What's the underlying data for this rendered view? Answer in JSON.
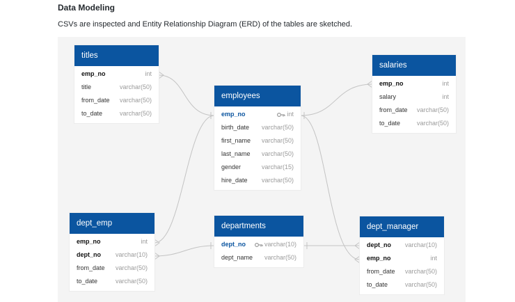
{
  "heading": "Data Modeling",
  "description": "CSVs are inspected and Entity Relationship Diagram (ERD) of the tables are sketched.",
  "tables": {
    "titles": {
      "name": "titles",
      "rows": [
        {
          "field": "emp_no",
          "type": "int"
        },
        {
          "field": "title",
          "type": "varchar(50)"
        },
        {
          "field": "from_date",
          "type": "varchar(50)"
        },
        {
          "field": "to_date",
          "type": "varchar(50)"
        }
      ]
    },
    "employees": {
      "name": "employees",
      "rows": [
        {
          "field": "emp_no",
          "type": "int"
        },
        {
          "field": "birth_date",
          "type": "varchar(50)"
        },
        {
          "field": "first_name",
          "type": "varchar(50)"
        },
        {
          "field": "last_name",
          "type": "varchar(50)"
        },
        {
          "field": "gender",
          "type": "varchar(15)"
        },
        {
          "field": "hire_date",
          "type": "varchar(50)"
        }
      ]
    },
    "salaries": {
      "name": "salaries",
      "rows": [
        {
          "field": "emp_no",
          "type": "int"
        },
        {
          "field": "salary",
          "type": "int"
        },
        {
          "field": "from_date",
          "type": "varchar(50)"
        },
        {
          "field": "to_date",
          "type": "varchar(50)"
        }
      ]
    },
    "dept_emp": {
      "name": "dept_emp",
      "rows": [
        {
          "field": "emp_no",
          "type": "int"
        },
        {
          "field": "dept_no",
          "type": "varchar(10)"
        },
        {
          "field": "from_date",
          "type": "varchar(50)"
        },
        {
          "field": "to_date",
          "type": "varchar(50)"
        }
      ]
    },
    "departments": {
      "name": "departments",
      "rows": [
        {
          "field": "dept_no",
          "type": "varchar(10)"
        },
        {
          "field": "dept_name",
          "type": "varchar(50)"
        }
      ]
    },
    "dept_manager": {
      "name": "dept_manager",
      "rows": [
        {
          "field": "dept_no",
          "type": "varchar(10)"
        },
        {
          "field": "emp_no",
          "type": "int"
        },
        {
          "field": "from_date",
          "type": "varchar(50)"
        },
        {
          "field": "to_date",
          "type": "varchar(50)"
        }
      ]
    }
  }
}
